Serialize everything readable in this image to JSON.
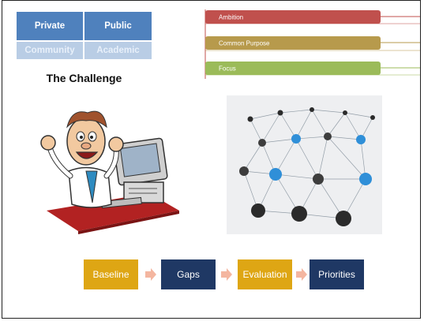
{
  "sectors": {
    "private": "Private",
    "public": "Public",
    "community": "Community",
    "academic": "Academic"
  },
  "challenge_title": "The Challenge",
  "bars": [
    {
      "label": "Ambition",
      "color": "#c0504d"
    },
    {
      "label": "Common Purpose",
      "color": "#b79a4c"
    },
    {
      "label": "Focus",
      "color": "#9bbb59"
    }
  ],
  "flow": {
    "steps": [
      "Baseline",
      "Gaps",
      "Evaluation",
      "Priorities"
    ],
    "gold": "#dea614",
    "navy": "#1f3864",
    "arrow_color": "#f4b6a0"
  },
  "images": {
    "cartoon": "excited-man-at-computer",
    "network": "connected-nodes-network"
  }
}
